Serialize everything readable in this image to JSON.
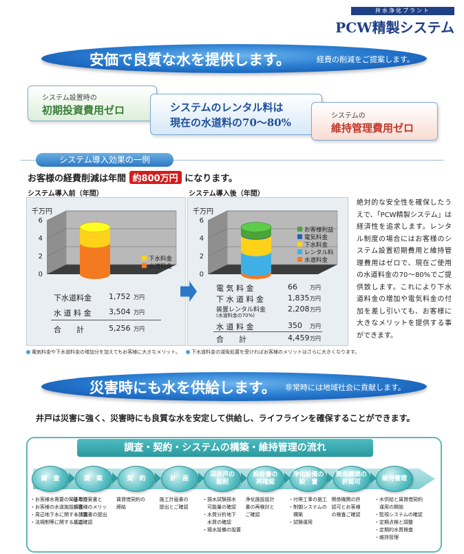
{
  "brand": {
    "subtitle": "井水浄化プラント",
    "name": "PCW精製システム"
  },
  "banner1": {
    "main": "安価で良質な水を提供します。",
    "sub": "経費の削減をご提案します。"
  },
  "cost_boxes": [
    {
      "small": "システム設置時の",
      "large": "初期投資費用ゼロ"
    },
    {
      "line1": "システムのレンタル料は",
      "line2": "現在の水道料の70～80%"
    },
    {
      "small": "システムの",
      "large": "維持管理費用ゼロ"
    }
  ],
  "section_title": "システム導入効果の一例",
  "headline": {
    "pre": "お客様の経費削減は年間",
    "highlight": "約800万円",
    "post": "になります。"
  },
  "chart_data": [
    {
      "type": "bar",
      "title": "システム導入前（年間）",
      "ylabel": "千万円",
      "yticks": [
        "0",
        "2",
        "4",
        "6"
      ],
      "ylim": [
        0,
        6
      ],
      "categories": [
        "システム導入前"
      ],
      "series": [
        {
          "name": "水道料金",
          "values": [
            3.504
          ],
          "color": "#f47a1f"
        },
        {
          "name": "下水料金",
          "values": [
            1.752
          ],
          "color": "#ffd21a"
        }
      ]
    },
    {
      "type": "bar",
      "title": "システム導入後（年間）",
      "ylabel": "千万円",
      "yticks": [
        "0",
        "2",
        "4",
        "6"
      ],
      "ylim": [
        0,
        6
      ],
      "categories": [
        "システム導入後"
      ],
      "series": [
        {
          "name": "水道料金",
          "values": [
            0.35
          ],
          "color": "#f47a1f"
        },
        {
          "name": "レンタル料",
          "values": [
            2.2085
          ],
          "color": "#3fb0e6"
        },
        {
          "name": "下水料金",
          "values": [
            1.835
          ],
          "color": "#ffd21a"
        },
        {
          "name": "電気料金",
          "values": [
            0.066
          ],
          "color": "#2a5fb0"
        },
        {
          "name": "お客様利益",
          "values": [
            0.7966
          ],
          "color": "#4aa43a"
        }
      ]
    }
  ],
  "before_table": [
    {
      "label": "下水道料金",
      "value": "1,752",
      "unit": "万円"
    },
    {
      "label": "水 道 料 金",
      "value": "3,504",
      "unit": "万円"
    },
    {
      "label": "合　　計",
      "value": "5,256",
      "unit": "万円"
    }
  ],
  "after_table": [
    {
      "label": "電 気 料 金",
      "value": "66",
      "unit": "万円"
    },
    {
      "label": "下 水 道 料 金",
      "value": "1,835",
      "unit": "万円"
    },
    {
      "label": "装置レンタル料金",
      "note": "(水道料金の70%)",
      "value": "2,208",
      "unit": "万円"
    },
    {
      "label": "水 道 料 金",
      "value": "350",
      "unit": "万円"
    },
    {
      "label": "合　　計",
      "value": "4,459",
      "unit": "万円"
    }
  ],
  "footnotes": [
    "電気料金や下水道料金の増加分を加えてもお客様に大きなメリット。",
    "下水道料金の減免処置を受ければお客様のメリットはさらに大きくなります。"
  ],
  "side_text": "絶対的な安全性を確保したうえで、「PCW精製システム」は経済性を追求します。レンタル制度の場合にはお客様のシステム設置初期費用と維持管理費用はゼロで、現在ご使用の水道料金の70～80%でご提供致します。これにより下水道料金の増加や電気料金の付加を差し引いても、お客様に大きなメリットを提供する事ができます。",
  "banner2": {
    "main": "災害時にも水を供給します。",
    "sub": "非常時には地域社会に貢献します。"
  },
  "body_text": "井戸は災害に強く、災害時にも良質な水を安定して供給し、ライフラインを確保することができます。",
  "flow": {
    "title": "調査・契約・システムの構築・維持管理の流れ",
    "steps": [
      {
        "label": "調　査",
        "desc": "・お客様水需要の聞き取り\n・お客様の水道施設調査\n・周辺地下水に関する調査\n・法規制等に関する調査"
      },
      {
        "label": "提　案",
        "desc": "基本提案書と\nお客様のメリッ\nト計算書の提出\nとご確認"
      },
      {
        "label": "契　約",
        "desc": "賃貸借契約の\n締結"
      },
      {
        "label": "計　画",
        "desc": "施工計画書の\n提出とご確認"
      },
      {
        "label": "深井戸の\n掘削",
        "desc": "・揚水試験揚水\n　可能量の確認\n・水質分析地下\n　水質の確認\n・揚水設備の設置"
      },
      {
        "label": "設計書の\n再確認",
        "desc": "浄化施設設計\n書の再検討と\nご確認"
      },
      {
        "label": "浄化設備の\n設　置",
        "desc": "・付帯工事の施工\n・制御システムの\n　構築\n・試験運用"
      },
      {
        "label": "関係機関の\n許認可",
        "desc": "関係機関の許\n認可とお客様\nの検査ご確認"
      },
      {
        "label": "維持管理",
        "desc": "・水供給と賃貸借契約\n　運用の開始\n・監視システムの確認\n・定期点検と調整\n・定期的水質検査\n・維持管理"
      }
    ]
  }
}
